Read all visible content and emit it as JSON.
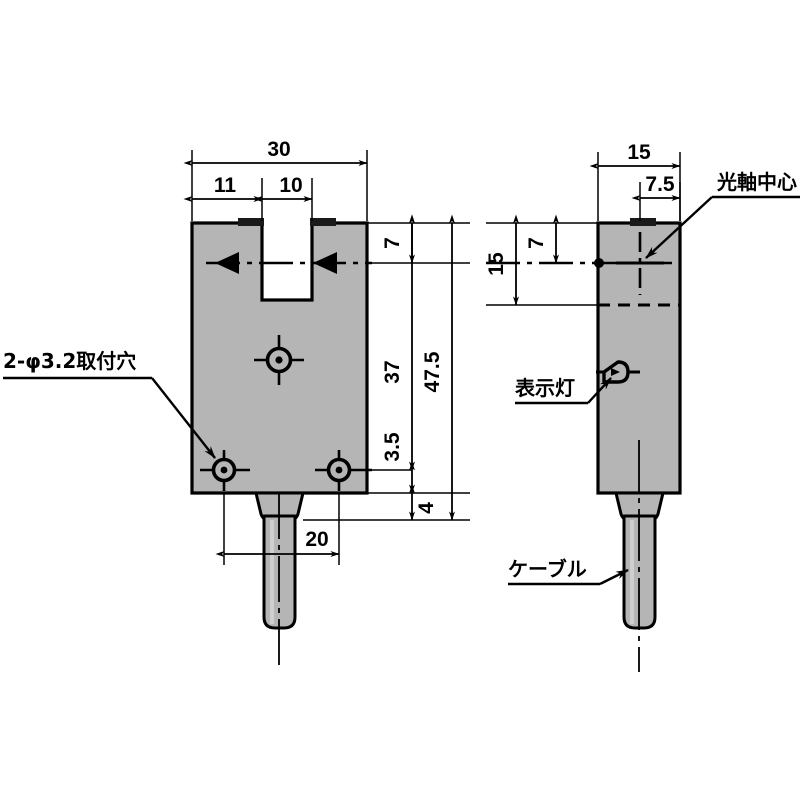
{
  "drawing": {
    "title": "Slot photoelectric sensor dimensional drawing",
    "units": "mm",
    "body_fill": "#b5b5b5",
    "line_color": "#000000",
    "background": "#ffffff",
    "views": [
      {
        "id": "front-view",
        "name": "front-view"
      },
      {
        "id": "side-view",
        "name": "side-view"
      }
    ],
    "front_view": {
      "dimensions": {
        "overall_width": "30",
        "left_segment": "11",
        "slot_width": "10",
        "axis_from_top": "7",
        "body_height_to_holes": "37",
        "holes_from_bottom": "3.5",
        "overall_height": "47.5",
        "boot_height": "4",
        "hole_spacing": "20"
      },
      "notes": {
        "mounting_holes": "2-φ3.2取付穴"
      }
    },
    "side_view": {
      "dimensions": {
        "overall_depth": "15",
        "axis_from_front": "7.5",
        "axis_from_top": "7",
        "height_to_axis": "15"
      },
      "notes": {
        "optical_axis": "光軸中心",
        "indicator_lamp": "表示灯",
        "cable": "ケーブル"
      }
    },
    "icons": {
      "mounting_hole": "crosshair-hole-icon",
      "center_hole": "crosshair-hole-icon",
      "indicator_lamp": "led-indicator-icon",
      "optical_axis_arrow": "beam-arrow-icon",
      "leader_arrow": "leader-arrow-icon"
    }
  }
}
